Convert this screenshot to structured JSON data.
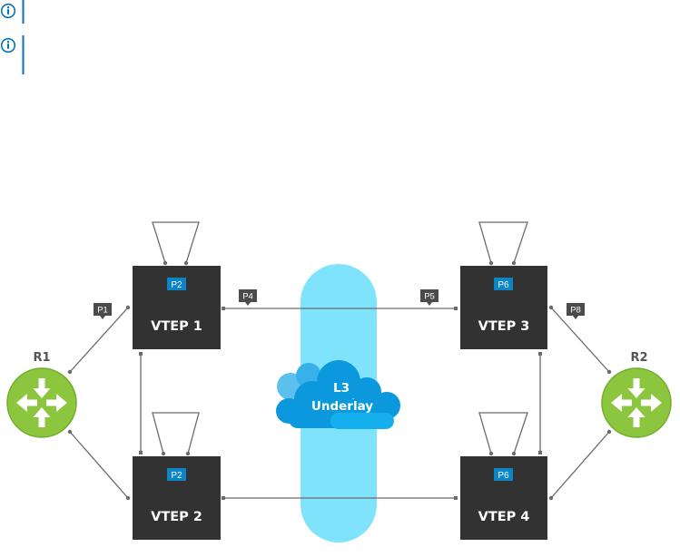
{
  "notes": [
    {
      "icon": "info-icon",
      "text": ""
    },
    {
      "icon": "info-icon",
      "text": ""
    }
  ],
  "diagram": {
    "routers": [
      {
        "id": "R1",
        "label": "R1",
        "icon": "router-icon"
      },
      {
        "id": "R2",
        "label": "R2",
        "icon": "router-icon"
      }
    ],
    "vteps": [
      {
        "id": "vtep1",
        "label": "VTEP 1",
        "port": "P2"
      },
      {
        "id": "vtep2",
        "label": "VTEP 2",
        "port": "P2"
      },
      {
        "id": "vtep3",
        "label": "VTEP 3",
        "port": "P6"
      },
      {
        "id": "vtep4",
        "label": "VTEP 4",
        "port": "P6"
      }
    ],
    "port_labels": {
      "r1_vtep1": "P1",
      "vtep1_vtep3_near_vtep1": "P4",
      "vtep1_vtep3_near_vtep3": "P5",
      "vtep3_r2": "P8"
    },
    "links": [
      {
        "from": "R1",
        "to": "vtep1"
      },
      {
        "from": "R1",
        "to": "vtep2"
      },
      {
        "from": "vtep1",
        "to": "vtep2"
      },
      {
        "from": "vtep1",
        "to": "vtep3"
      },
      {
        "from": "vtep2",
        "to": "vtep4"
      },
      {
        "from": "vtep3",
        "to": "vtep4"
      },
      {
        "from": "vtep3",
        "to": "R2"
      },
      {
        "from": "vtep4",
        "to": "R2"
      },
      {
        "from": "vtep1",
        "to": "vtep1",
        "type": "loop"
      },
      {
        "from": "vtep2",
        "to": "vtep2",
        "type": "loop"
      },
      {
        "from": "vtep3",
        "to": "vtep3",
        "type": "loop"
      },
      {
        "from": "vtep4",
        "to": "vtep4",
        "type": "loop"
      }
    ],
    "underlay": {
      "line1": "L3",
      "line2": "Underlay",
      "icon": "cloud-icon"
    }
  },
  "colors": {
    "info": "#0672b8",
    "accent": "#0a85c8",
    "box": "#323232",
    "tag": "#4b4b4b",
    "line": "#6b6b6b",
    "router": "#8cc63f",
    "pillar": "#7fe3fb",
    "cloud": "#0b98dc"
  }
}
